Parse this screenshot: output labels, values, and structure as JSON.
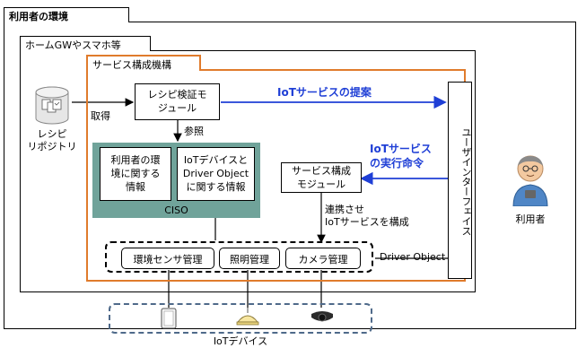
{
  "outer": {
    "tab_label": "利用者の環境"
  },
  "home": {
    "tab_label": "ホームGWやスマホ等"
  },
  "service_mech": {
    "tab_label": "サービス構成機構"
  },
  "recipe_repo": {
    "line1": "レシピ",
    "line2": "リポジトリ"
  },
  "arrow_labels": {
    "get": "取得",
    "reference": "参照",
    "iot_proposal": "IoTサービスの提案",
    "exec_line1": "IoTサービス",
    "exec_line2": "の実行命令",
    "link_line1": "連携させ",
    "link_line2": "IoTサービスを構成"
  },
  "modules": {
    "recipe_verify": {
      "line1": "レシピ検証モ",
      "line2": "ジュール"
    },
    "service_build": {
      "line1": "サービス構成",
      "line2": "モジュール"
    }
  },
  "ciso": {
    "label": "CISO",
    "env_info": {
      "line1": "利用者の環",
      "line2": "境に関する",
      "line3": "情報"
    },
    "device_info": {
      "line1": "IoTデバイスと",
      "line2": "Driver Object",
      "line3": "に関する情報"
    }
  },
  "user_interface": {
    "label": "ユーザインターフェイス"
  },
  "user": {
    "label": "利用者"
  },
  "driver_object": {
    "label": "Driver Object",
    "items": [
      "環境センサ管理",
      "照明管理",
      "カメラ管理"
    ]
  },
  "iot_devices": {
    "label": "IoTデバイス"
  },
  "colors": {
    "service_border": "#e07b2c",
    "ciso_fill": "#70a39a",
    "blue_text": "#1f3fd6",
    "device_border": "#4f6a8a"
  }
}
